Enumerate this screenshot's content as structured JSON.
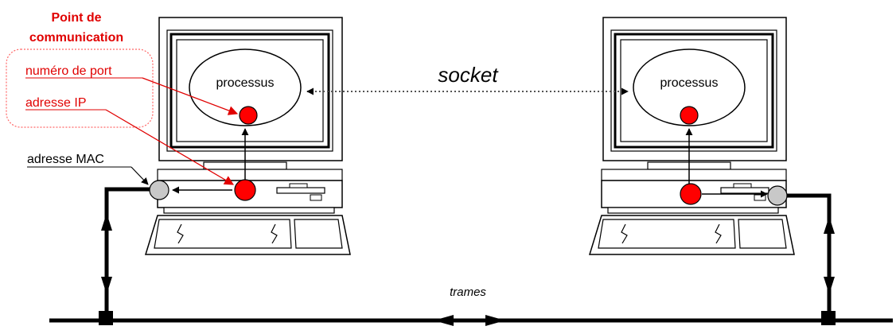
{
  "labels": {
    "title_line1": "Point de",
    "title_line2": "communication",
    "port": "numéro de port",
    "ip": "adresse IP",
    "mac": "adresse MAC",
    "socket": "socket",
    "frames": "trames"
  },
  "computers": [
    {
      "process_label": "processus"
    },
    {
      "process_label": "processus"
    }
  ],
  "colors": {
    "endpoint_red": "#ff0000",
    "annotation_red": "#e00000",
    "mac_gray": "#c8c8c8",
    "wire": "#000000"
  }
}
